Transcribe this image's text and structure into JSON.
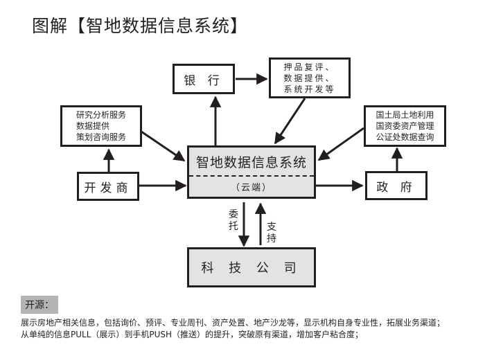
{
  "title": "图解【智地数据信息系统】",
  "nodes": {
    "bank": "银 行",
    "bank_services": [
      "押品复评、",
      "数据提供、",
      "系统开发等"
    ],
    "developer": "开发商",
    "developer_services": [
      "研究分析服务",
      "数据提供",
      "策划咨询服务"
    ],
    "government": "政 府",
    "government_services": [
      "国土局土地利用",
      "国资委资产管理",
      "公证处数据查询"
    ],
    "core_system": {
      "name": "智地数据信息系统",
      "sub": "（云端）"
    },
    "tech_company": "科 技 公 司"
  },
  "edge_labels": {
    "delegate": [
      "委",
      "托"
    ],
    "support": [
      "支",
      "持"
    ]
  },
  "footer": {
    "tag": "开源：",
    "lines": [
      "展示房地产相关信息，包括询价、预评、专业周刊、资产处置、地产沙龙等，显示机构自身专业性，拓展业务渠道；",
      "从单纯的信息PULL（展示）到手机PUSH（推送）的提升，突破原有渠道，增加客户粘合度；"
    ]
  }
}
